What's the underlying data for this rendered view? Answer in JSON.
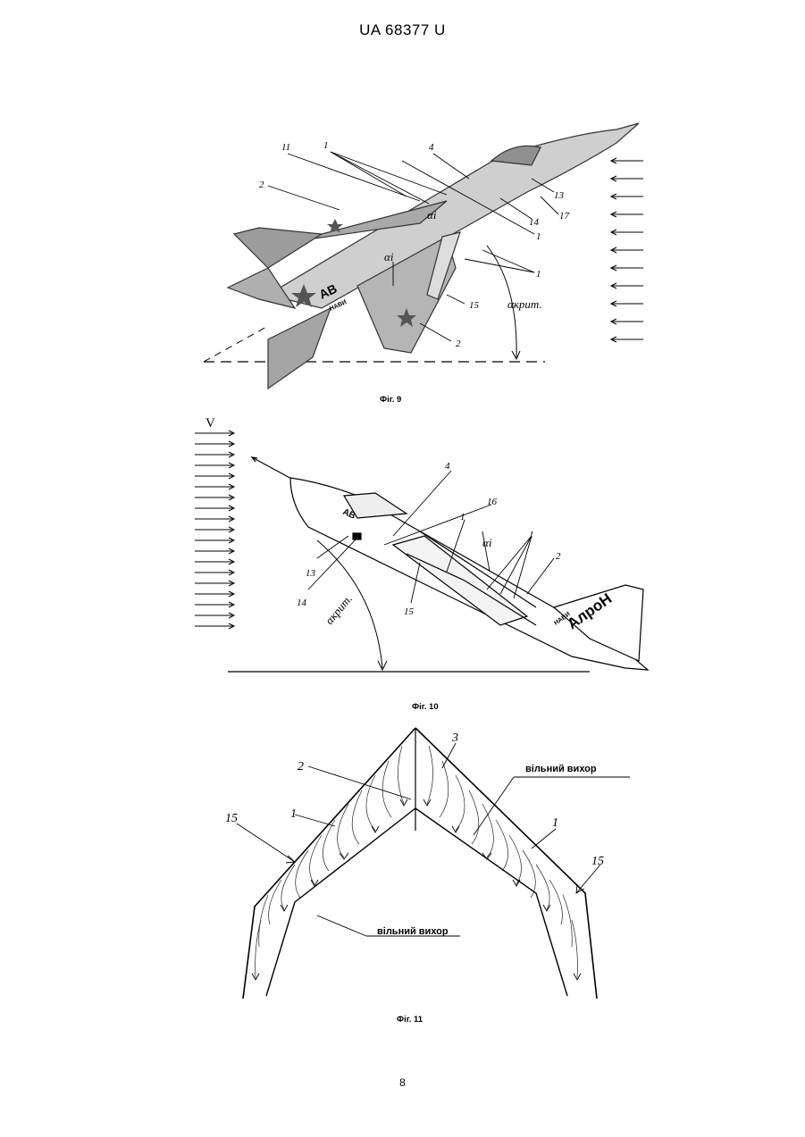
{
  "header": {
    "doc_id": "UA   68377   U"
  },
  "figures": [
    {
      "caption": "Фіг. 9",
      "callouts": [
        "11",
        "1",
        "4",
        "2",
        "13",
        "14",
        "17",
        "1",
        "1",
        "15",
        "2"
      ],
      "alpha_i": "αi",
      "alpha_crit": "αкрит.",
      "aircraft_marking": "АВ",
      "aircraft_subtext": "НАВИ"
    },
    {
      "caption": "Фіг. 10",
      "velocity_label": "V",
      "callouts": [
        "4",
        "16",
        "1",
        "1",
        "2",
        "13",
        "14",
        "15"
      ],
      "alpha_i": "αi",
      "alpha_crit": "αкрит.",
      "aircraft_marking": "АВ",
      "tail_marking": "АлроН",
      "tail_subtext": "НАВИ"
    },
    {
      "caption": "Фіг. 11",
      "callouts": [
        "2",
        "3",
        "15",
        "1",
        "1",
        "15"
      ],
      "vortex_label_right": "вільний вихор",
      "vortex_label_left": "вільний вихор"
    }
  ],
  "page_number": "8"
}
